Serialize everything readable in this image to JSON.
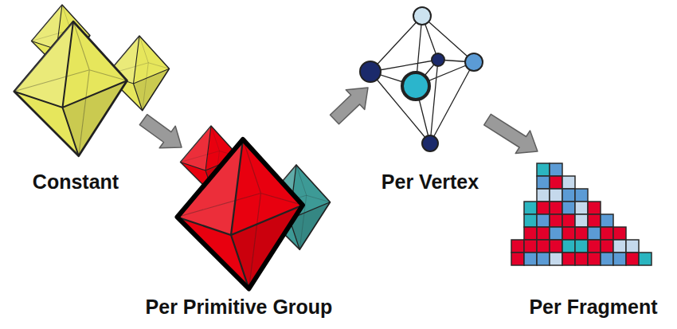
{
  "diagram": {
    "nodes": [
      {
        "text": [
          "Constant"
        ]
      },
      {
        "text": [
          "Per Primitive Group"
        ]
      },
      {
        "text": [
          "Per Vertex"
        ]
      },
      {
        "text": [
          "Per Fragment"
        ]
      }
    ],
    "edges": [
      {
        "from": 0,
        "to": 1,
        "arrow": "to"
      },
      {
        "from": 1,
        "to": 2,
        "arrow": "to"
      },
      {
        "from": 2,
        "to": 3,
        "arrow": "to"
      }
    ]
  }
}
